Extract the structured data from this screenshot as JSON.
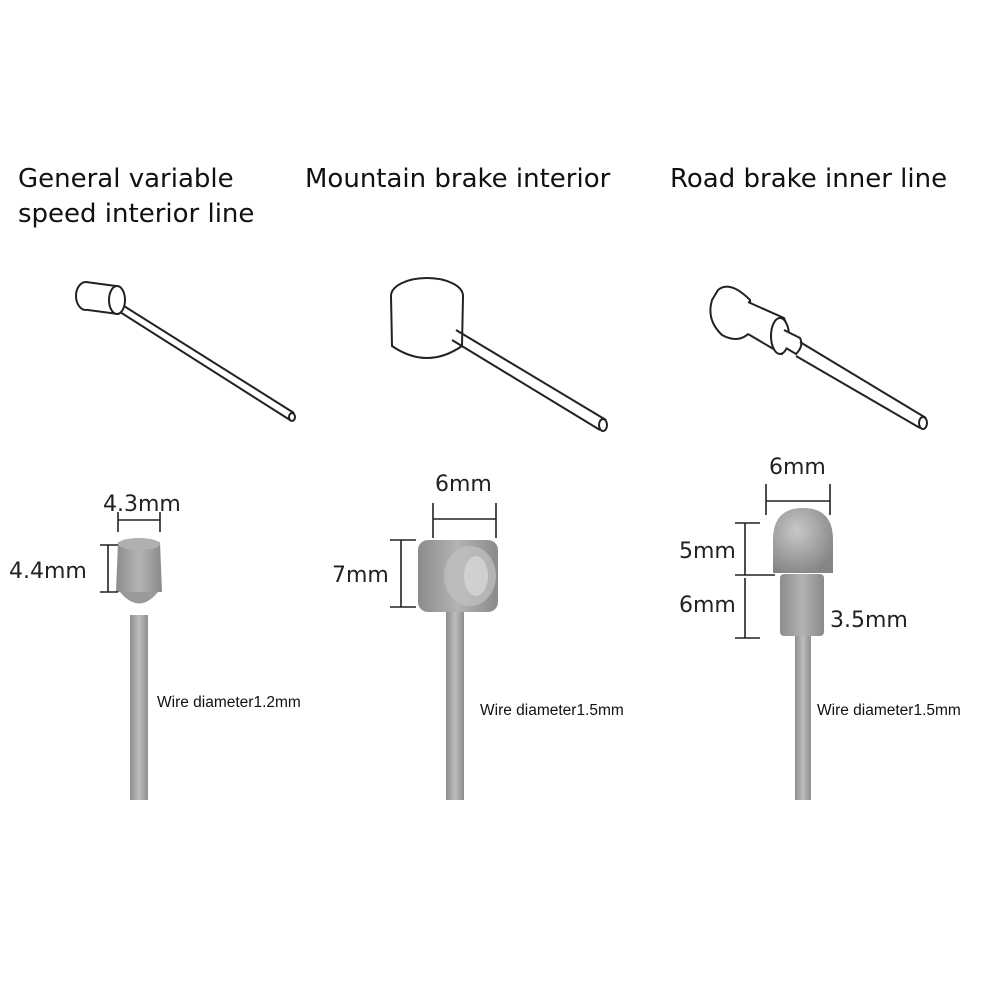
{
  "columns": [
    {
      "title": "General variable\nspeed interior line",
      "dims": {
        "width": "4.3mm",
        "height": "4.4mm"
      },
      "wire": "Wire diameter1.2mm"
    },
    {
      "title": "Mountain brake interior",
      "dims": {
        "width": "6mm",
        "height": "7mm"
      },
      "wire": "Wire diameter1.5mm"
    },
    {
      "title": "Road brake inner line",
      "dims": {
        "width": "6mm",
        "head_height": "5mm",
        "neck_height": "6mm",
        "neck_width": "3.5mm"
      },
      "wire": "Wire diameter1.5mm"
    }
  ],
  "colors": {
    "metal": "#9a9a9a",
    "metal_light": "#c4c4c4",
    "line": "#222222"
  }
}
